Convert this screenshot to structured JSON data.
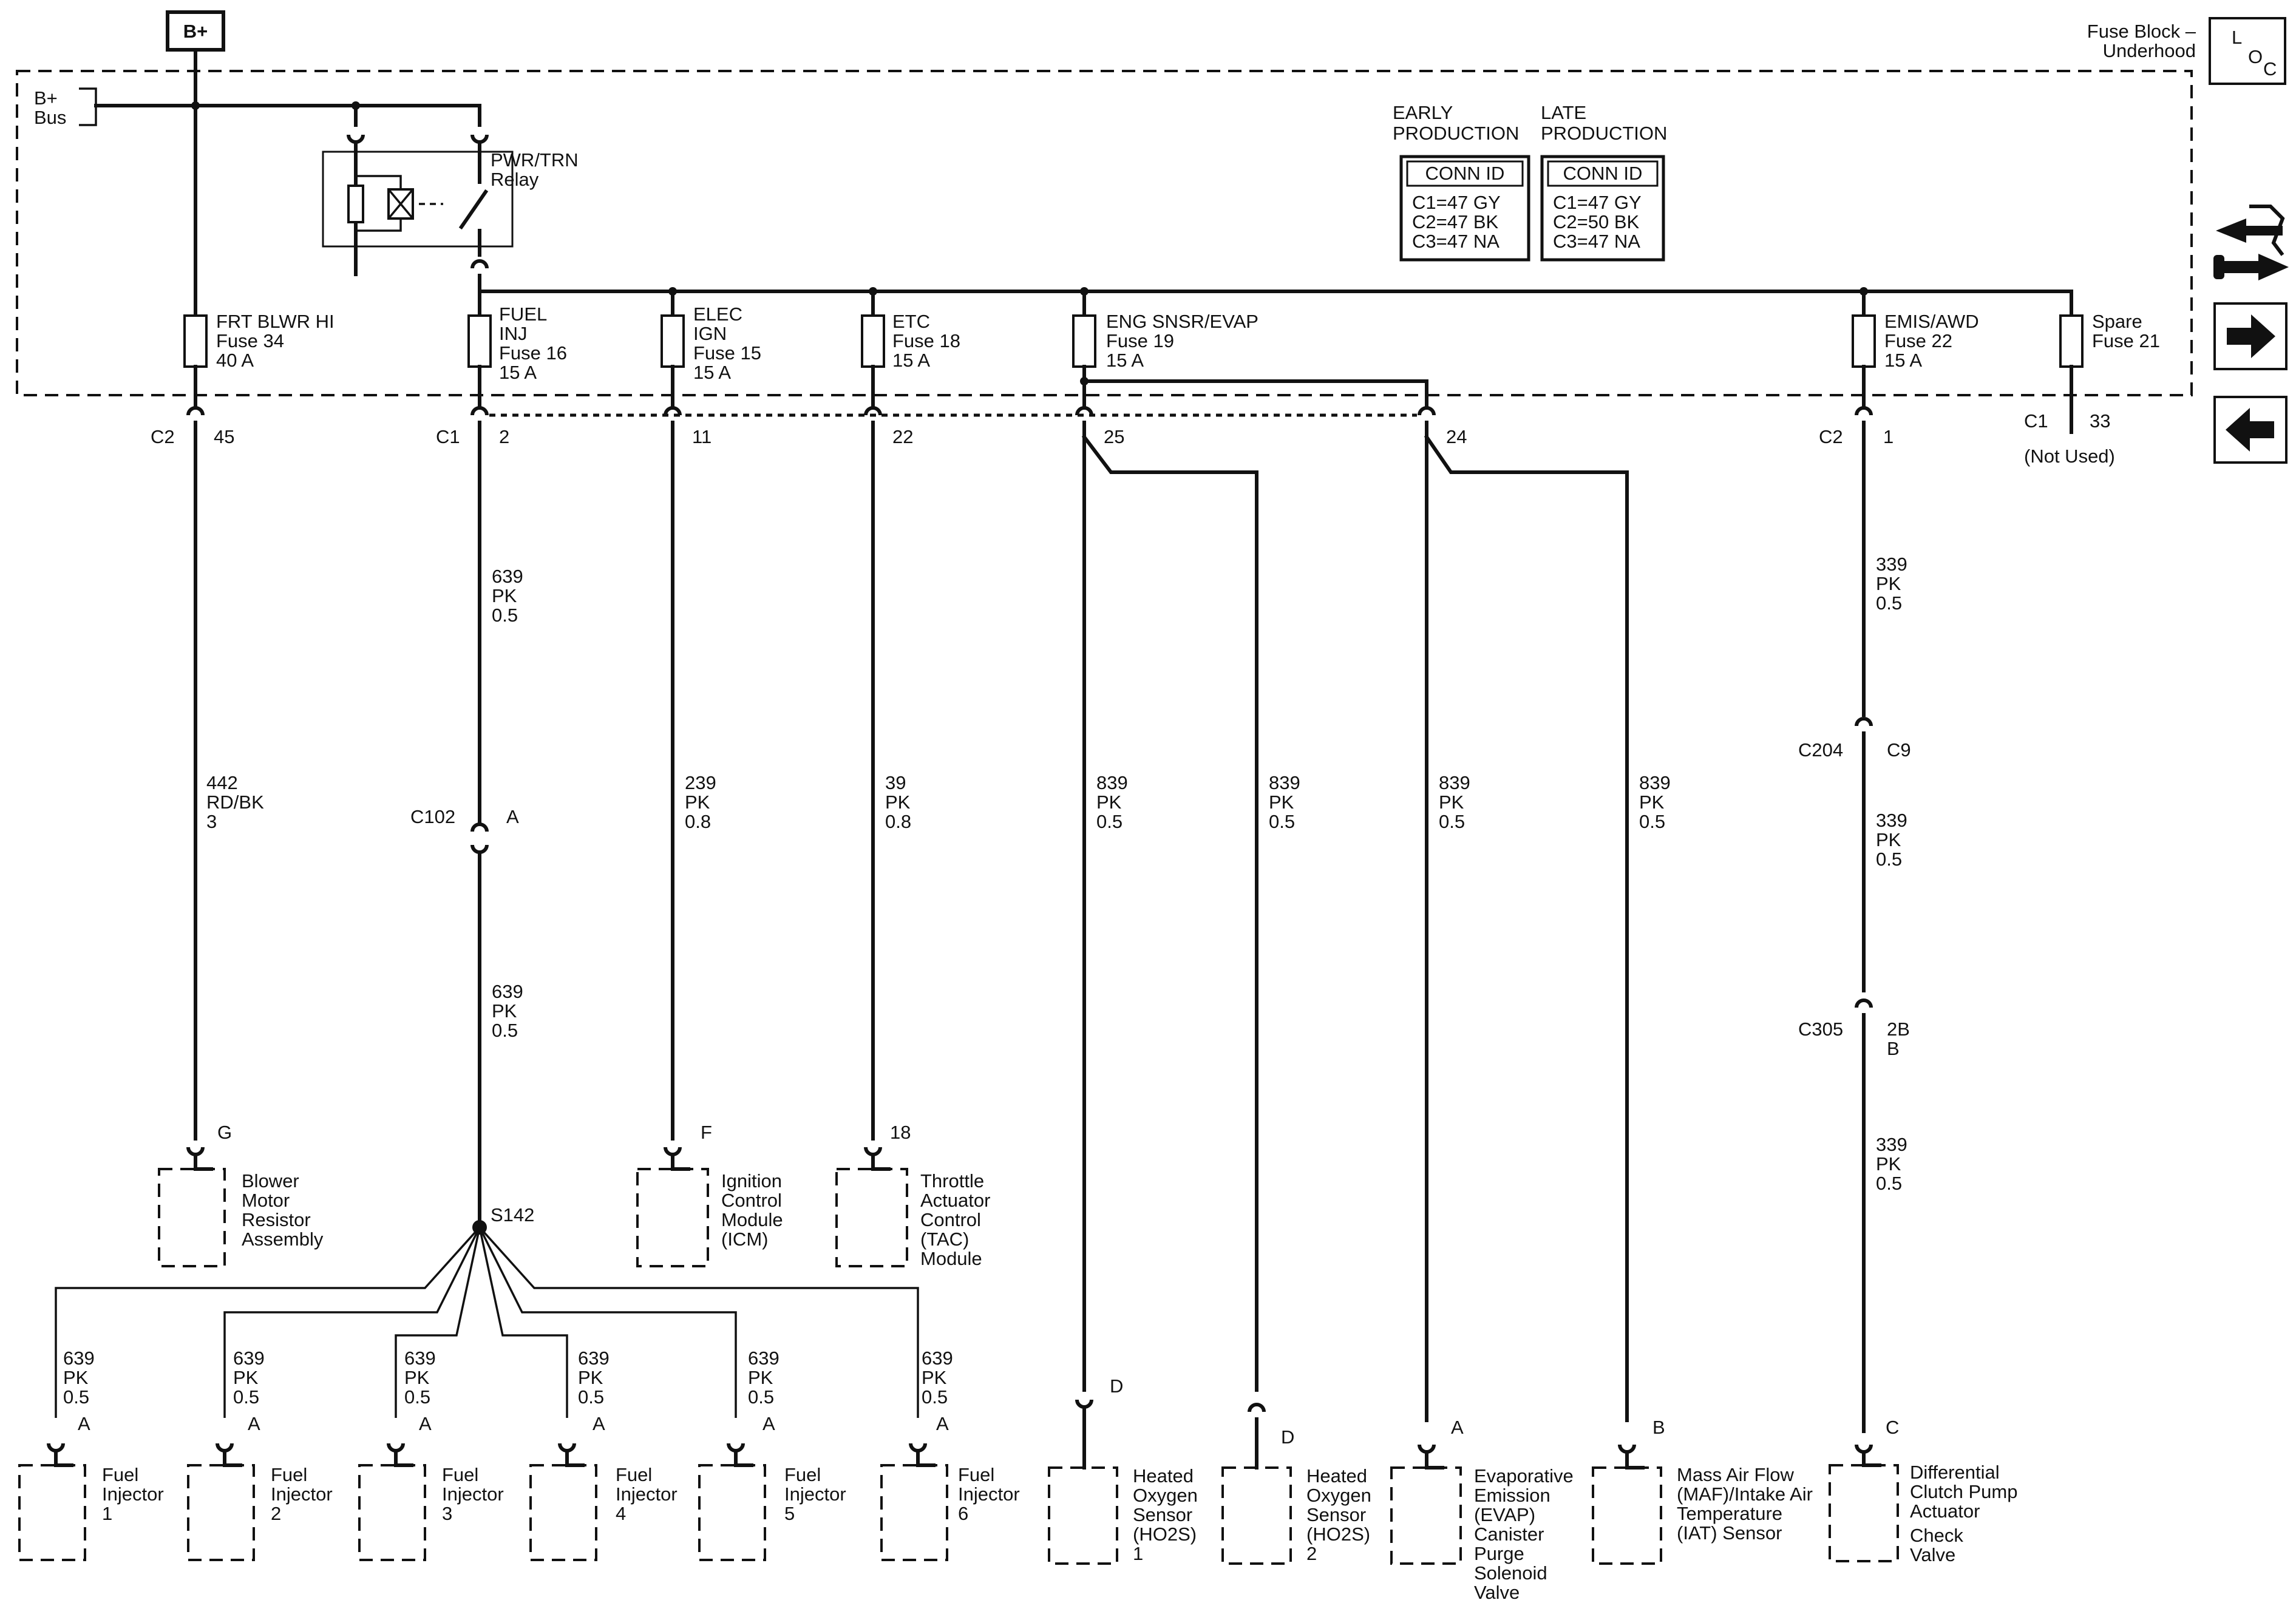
{
  "power": {
    "battery_label": "B+",
    "bus_label": [
      "B+",
      "Bus"
    ],
    "fuse_block_label": [
      "Fuse Block –",
      "Underhood"
    ],
    "loc_label": [
      "L",
      "O",
      "C"
    ]
  },
  "relay": {
    "label": [
      "PWR/TRN",
      "Relay"
    ]
  },
  "conn_id_tables": [
    {
      "heading": [
        "EARLY",
        "PRODUCTION"
      ],
      "title": "CONN ID",
      "rows": [
        "C1=47 GY",
        "C2=47 BK",
        "C3=47 NA"
      ]
    },
    {
      "heading": [
        "LATE",
        "PRODUCTION"
      ],
      "title": "CONN ID",
      "rows": [
        "C1=47 GY",
        "C2=50 BK",
        "C3=47 NA"
      ]
    }
  ],
  "fuses": [
    {
      "label": [
        "FRT BLWR HI",
        "Fuse 34",
        "40 A"
      ]
    },
    {
      "label": [
        "FUEL",
        "INJ",
        "Fuse 16",
        "15 A"
      ]
    },
    {
      "label": [
        "ELEC",
        "IGN",
        "Fuse 15",
        "15 A"
      ]
    },
    {
      "label": [
        "ETC",
        "Fuse 18",
        "15 A"
      ]
    },
    {
      "label": [
        "ENG SNSR/EVAP",
        "Fuse 19",
        "15 A"
      ]
    },
    {
      "label": [
        "EMIS/AWD",
        "Fuse 22",
        "15 A"
      ]
    },
    {
      "label": [
        "Spare",
        "Fuse 21"
      ]
    }
  ],
  "fuse_block_pins": {
    "c2": "C2",
    "p45": "45",
    "c1": "C1",
    "p2": "2",
    "p11": "11",
    "p22": "22",
    "p25": "25",
    "p24": "24",
    "c2b": "C2",
    "p1": "1",
    "c1b": "C1",
    "p33": "33",
    "not_used": "(Not Used)"
  },
  "wires": {
    "w442": [
      "442",
      "RD/BK",
      "3"
    ],
    "w639a": [
      "639",
      "PK",
      "0.5"
    ],
    "w639b": [
      "639",
      "PK",
      "0.5"
    ],
    "w239": [
      "239",
      "PK",
      "0.8"
    ],
    "w39": [
      "39",
      "PK",
      "0.8"
    ],
    "w839a": [
      "839",
      "PK",
      "0.5"
    ],
    "w839b": [
      "839",
      "PK",
      "0.5"
    ],
    "w839c": [
      "839",
      "PK",
      "0.5"
    ],
    "w839d": [
      "839",
      "PK",
      "0.5"
    ],
    "w339a": [
      "339",
      "PK",
      "0.5"
    ],
    "w339b": [
      "339",
      "PK",
      "0.5"
    ],
    "w339c": [
      "339",
      "PK",
      "0.5"
    ],
    "inj": [
      "639",
      "PK",
      "0.5"
    ]
  },
  "inline_connectors": {
    "c102": "C102",
    "c102_pin": "A",
    "c204": "C204",
    "c204_pin": "C9",
    "c305": "C305",
    "c305_pin": [
      "2B",
      "B"
    ]
  },
  "splice": "S142",
  "components": {
    "blower": {
      "pin": "G",
      "label": [
        "Blower",
        "Motor",
        "Resistor",
        "Assembly"
      ]
    },
    "icm": {
      "pin": "F",
      "label": [
        "Ignition",
        "Control",
        "Module",
        "(ICM)"
      ]
    },
    "tac": {
      "pin": "18",
      "label": [
        "Throttle",
        "Actuator",
        "Control",
        "(TAC)",
        "Module"
      ]
    },
    "injectors": [
      {
        "pin": "A",
        "label": [
          "Fuel",
          "Injector",
          "1"
        ]
      },
      {
        "pin": "A",
        "label": [
          "Fuel",
          "Injector",
          "2"
        ]
      },
      {
        "pin": "A",
        "label": [
          "Fuel",
          "Injector",
          "3"
        ]
      },
      {
        "pin": "A",
        "label": [
          "Fuel",
          "Injector",
          "4"
        ]
      },
      {
        "pin": "A",
        "label": [
          "Fuel",
          "Injector",
          "5"
        ]
      },
      {
        "pin": "A",
        "label": [
          "Fuel",
          "Injector",
          "6"
        ]
      }
    ],
    "ho2s1": {
      "pin": "D",
      "label": [
        "Heated",
        "Oxygen",
        "Sensor",
        "(HO2S)",
        "1"
      ]
    },
    "ho2s2": {
      "pin": "D",
      "label": [
        "Heated",
        "Oxygen",
        "Sensor",
        "(HO2S)",
        "2"
      ]
    },
    "evap": {
      "pin": "A",
      "label": [
        "Evaporative",
        "Emission",
        "(EVAP)",
        "Canister",
        "Purge",
        "Solenoid",
        "Valve"
      ]
    },
    "maf": {
      "pin": "B",
      "label": [
        "Mass Air Flow",
        "(MAF)/Intake Air",
        "Temperature",
        "(IAT) Sensor"
      ]
    },
    "diff": {
      "pin": "C",
      "label": [
        "Differential",
        "Clutch Pump",
        "Actuator",
        "Check",
        "Valve"
      ]
    }
  },
  "side_buttons": [
    "connector-tool-icon",
    "arrow-right-icon",
    "arrow-left-icon"
  ]
}
